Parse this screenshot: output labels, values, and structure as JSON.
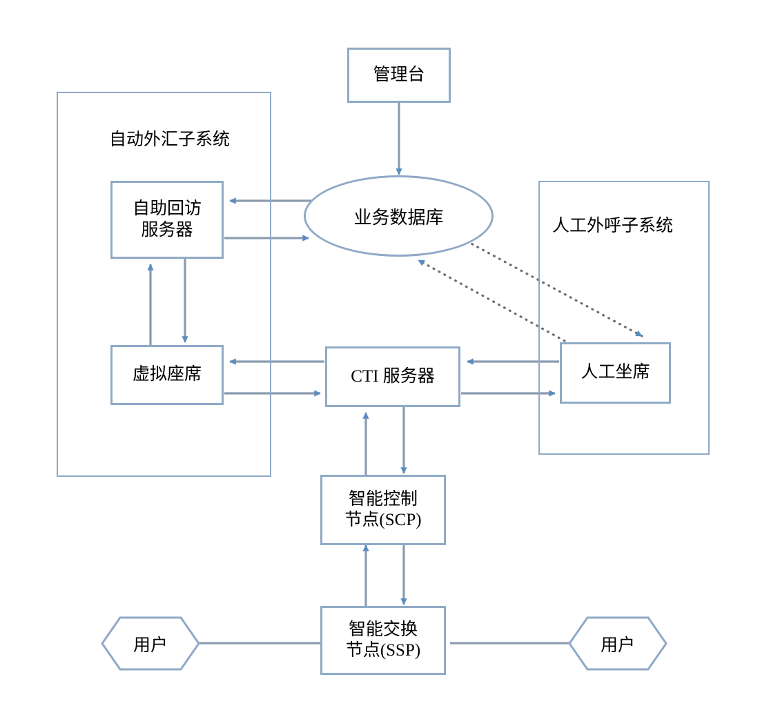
{
  "diagram": {
    "title": "",
    "stroke_color": "#8faac6",
    "line_color": "#8a9bb0",
    "dotted_color": "#6e6e6e",
    "background": "#ffffff",
    "containers": [
      {
        "id": "auto-subsystem",
        "label": "自动外汇子系统"
      },
      {
        "id": "manual-subsystem",
        "label": "人工外呼子系统"
      }
    ],
    "nodes": [
      {
        "id": "console",
        "label": "管理台",
        "shape": "rect"
      },
      {
        "id": "callback-server",
        "label": "自助回访\n服务器",
        "shape": "rect"
      },
      {
        "id": "business-db",
        "label": "业务数据库",
        "shape": "ellipse"
      },
      {
        "id": "virtual-seat",
        "label": "虚拟座席",
        "shape": "rect"
      },
      {
        "id": "cti-server",
        "label": "CTI 服务器",
        "shape": "rect"
      },
      {
        "id": "human-agent",
        "label": "人工坐席",
        "shape": "rect"
      },
      {
        "id": "scp",
        "label": "智能控制\n节点(SCP)",
        "shape": "rect"
      },
      {
        "id": "ssp",
        "label": "智能交换\n节点(SSP)",
        "shape": "rect"
      },
      {
        "id": "user-left",
        "label": "用户",
        "shape": "hexagon"
      },
      {
        "id": "user-right",
        "label": "用户",
        "shape": "hexagon"
      }
    ],
    "edges": [
      {
        "from": "console",
        "to": "business-db",
        "style": "solid",
        "arrow": "single"
      },
      {
        "from": "business-db",
        "to": "callback-server",
        "style": "solid",
        "arrow": "single"
      },
      {
        "from": "callback-server",
        "to": "business-db",
        "style": "solid",
        "arrow": "single"
      },
      {
        "from": "virtual-seat",
        "to": "callback-server",
        "style": "solid",
        "arrow": "single"
      },
      {
        "from": "callback-server",
        "to": "virtual-seat",
        "style": "solid",
        "arrow": "single"
      },
      {
        "from": "cti-server",
        "to": "virtual-seat",
        "style": "solid",
        "arrow": "single"
      },
      {
        "from": "virtual-seat",
        "to": "cti-server",
        "style": "solid",
        "arrow": "single"
      },
      {
        "from": "human-agent",
        "to": "cti-server",
        "style": "solid",
        "arrow": "single"
      },
      {
        "from": "cti-server",
        "to": "human-agent",
        "style": "solid",
        "arrow": "single"
      },
      {
        "from": "human-agent",
        "to": "business-db",
        "style": "dotted",
        "arrow": "single"
      },
      {
        "from": "business-db",
        "to": "human-agent",
        "style": "dotted",
        "arrow": "single"
      },
      {
        "from": "scp",
        "to": "cti-server",
        "style": "solid",
        "arrow": "single"
      },
      {
        "from": "cti-server",
        "to": "scp",
        "style": "solid",
        "arrow": "single"
      },
      {
        "from": "ssp",
        "to": "scp",
        "style": "solid",
        "arrow": "single"
      },
      {
        "from": "scp",
        "to": "ssp",
        "style": "solid",
        "arrow": "single"
      },
      {
        "from": "user-left",
        "to": "ssp",
        "style": "solid",
        "arrow": "none"
      },
      {
        "from": "ssp",
        "to": "user-right",
        "style": "solid",
        "arrow": "none"
      }
    ]
  }
}
